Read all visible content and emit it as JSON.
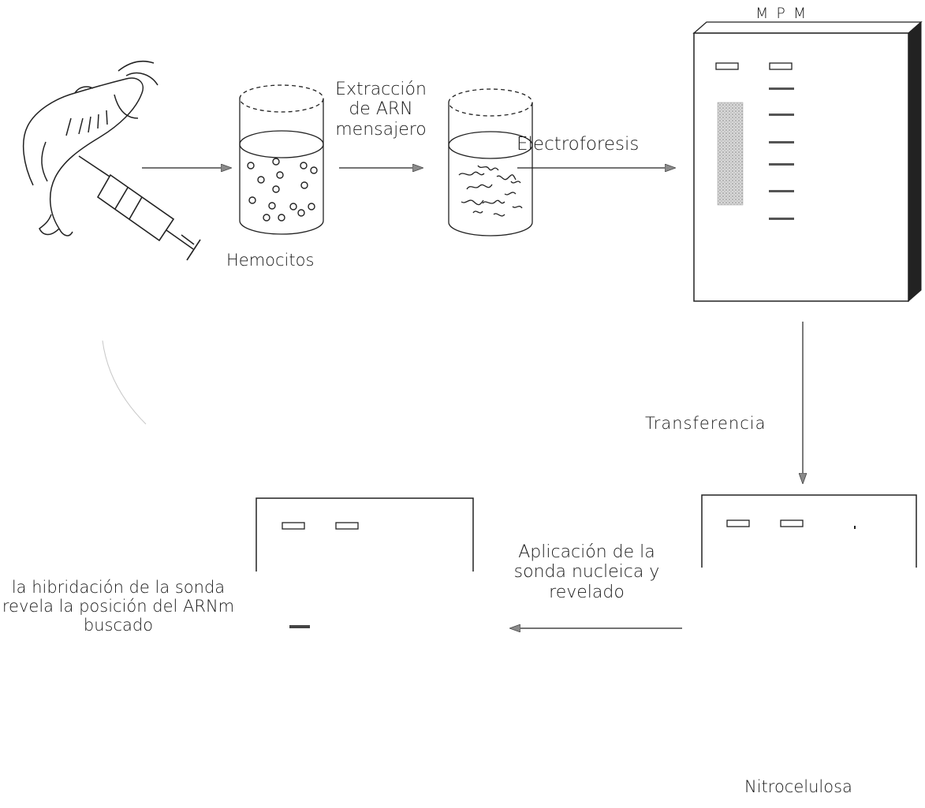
{
  "labels": {
    "mpm": "M P M",
    "hemocitos": "Hemocitos",
    "extraccion": [
      "Extracción",
      "de ARN",
      "mensajero"
    ],
    "electroforesis": "Electroforesis",
    "transferencia": "Transferencia",
    "aplicacion": [
      "Aplicación de la",
      "sonda nucleica y",
      "revelado"
    ],
    "resultado": [
      "la hibridación de la sonda",
      "revela la posición del ARNm",
      "buscado"
    ],
    "nitrocelulosa": "Nitrocelulosa"
  },
  "icons": [
    "shrimp-icon",
    "syringe-icon",
    "beaker-icon",
    "gel-plate-icon",
    "membrane-icon"
  ],
  "colors": {
    "line": "#222222",
    "arrowhead": "#8a8a8a",
    "smear": "#b5b5b5"
  }
}
